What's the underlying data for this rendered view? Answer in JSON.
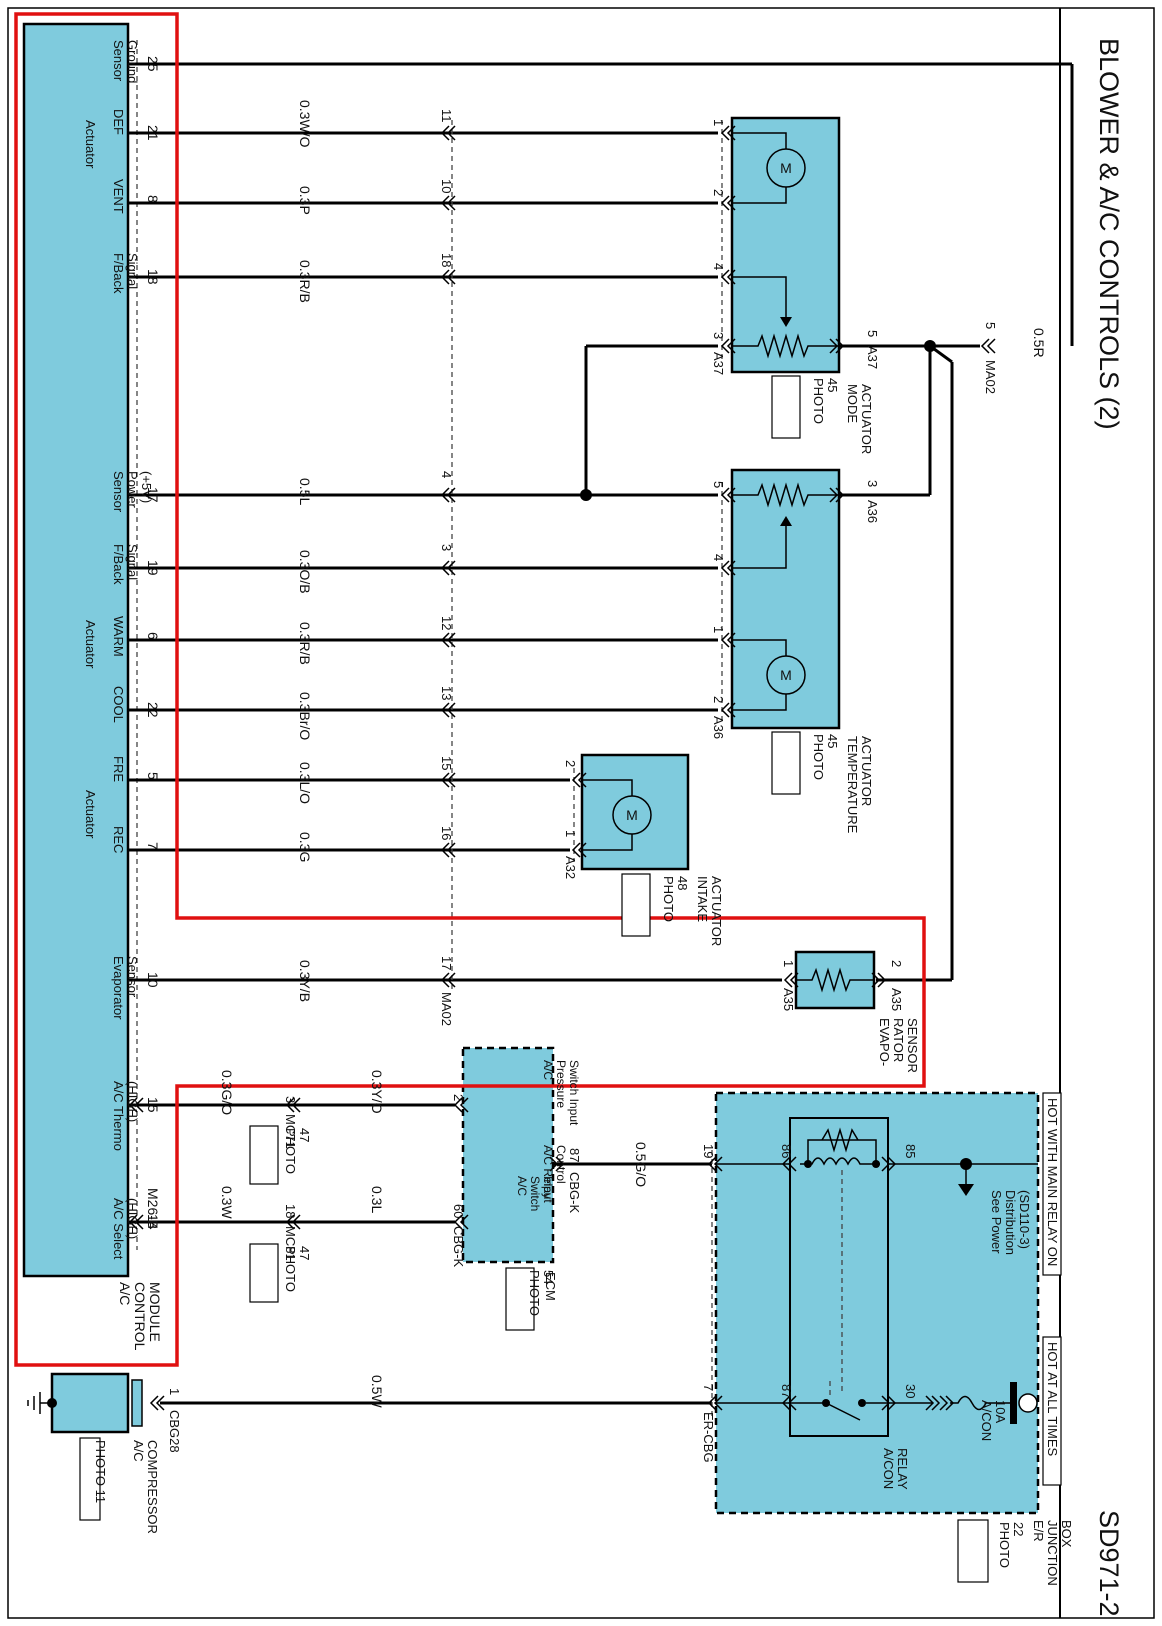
{
  "page": {
    "title": "BLOWER & A/C CONTROLS (2)",
    "code": "SD971-2",
    "hot_main_relay": "HOT WITH MAIN RELAY ON",
    "hot_all_times": "HOT AT ALL TIMES",
    "power_ref": [
      "See Power",
      "Distribution",
      "(SD110-3)"
    ]
  },
  "module": {
    "name": [
      "A/C",
      "CONTROL",
      "MODULE"
    ],
    "connector": "M26-B",
    "pins": [
      {
        "pin": "25",
        "label": [
          "Sensor",
          "Ground"
        ]
      },
      {
        "pin": "21",
        "label": [
          "DEF"
        ]
      },
      {
        "pin": "8",
        "label": [
          "VENT"
        ]
      },
      {
        "pin": "18",
        "label": [
          "F/Back",
          "Signal"
        ]
      },
      {
        "pin": "17",
        "label": [
          "Sensor",
          "Power",
          "(+5V)"
        ]
      },
      {
        "pin": "19",
        "label": [
          "F/Back",
          "Signal"
        ]
      },
      {
        "pin": "6",
        "label": [
          "WARM"
        ]
      },
      {
        "pin": "22",
        "label": [
          "COOL"
        ]
      },
      {
        "pin": "5",
        "label": [
          "FRE"
        ]
      },
      {
        "pin": "7",
        "label": [
          "REC"
        ]
      },
      {
        "pin": "10",
        "label": [
          "Evaporator",
          "Sensor"
        ]
      },
      {
        "pin": "15",
        "label": [
          "A/C Thermo",
          "(HIGH)"
        ]
      },
      {
        "pin": "14",
        "label": [
          "A/C Select",
          "(HIGH)"
        ]
      }
    ],
    "group_labels": {
      "mode": "Actuator",
      "temp": "Actuator",
      "intake": "Actuator"
    }
  },
  "wires": [
    "0.3W/O",
    "0.3P",
    "0.3R/B",
    "0.5L",
    "0.3O/B",
    "0.3R/B",
    "0.3Br/O",
    "0.3L/O",
    "0.3G",
    "0.3Y/B",
    "0.3G/O",
    "0.3Y/O",
    "0.3W",
    "0.3L",
    "0.5G/O",
    "0.5W",
    "0.5R"
  ],
  "ma02_pins": [
    "11",
    "10",
    "18",
    "4",
    "3",
    "12",
    "13",
    "15",
    "16",
    "17"
  ],
  "ma02_label": "MA02",
  "ma02_top": {
    "pin": "5",
    "label": "MA02"
  },
  "mode_actuator": {
    "name": [
      "MODE",
      "ACTUATOR"
    ],
    "photo": [
      "PHOTO",
      "45"
    ],
    "connector": "A37",
    "pins": [
      "1",
      "2",
      "4",
      "3",
      "5"
    ]
  },
  "temp_actuator": {
    "name": [
      "TEMPERATURE",
      "ACTUATOR"
    ],
    "photo": [
      "PHOTO",
      "45"
    ],
    "connector": "A36",
    "pins": [
      "5",
      "4",
      "1",
      "2",
      "3"
    ]
  },
  "intake_actuator": {
    "name": [
      "INTAKE",
      "ACTUATOR"
    ],
    "photo": [
      "PHOTO",
      "48"
    ],
    "connector": "A32",
    "pins": [
      "2",
      "1"
    ]
  },
  "evap_sensor": {
    "name": [
      "EVAPO-",
      "RATOR",
      "SENSOR"
    ],
    "connector": "A35",
    "pins": [
      "1",
      "2"
    ]
  },
  "ecm": {
    "name": "ECM",
    "photo": [
      "PHOTO",
      "54"
    ],
    "connector": "CBG-K",
    "pins": [
      "2",
      "87",
      "60"
    ],
    "labels": [
      "A/C",
      "Pressure",
      "Switch Input",
      "A/C Relay",
      "Control",
      "A/C",
      "Switch",
      "Input"
    ]
  },
  "mc71": {
    "label": "MC71",
    "pin": "3",
    "photo": [
      "PHOTO",
      "47"
    ]
  },
  "mc81": {
    "label": "MC81",
    "pin": "18",
    "photo": [
      "PHOTO",
      "47"
    ]
  },
  "junction_box": {
    "name": [
      "E/R",
      "JUNCTION",
      "BOX"
    ],
    "photo": [
      "PHOTO",
      "22"
    ],
    "pins": [
      "19",
      "86",
      "85",
      "7",
      "87",
      "30"
    ],
    "connector": "ER-CBG",
    "relay": [
      "A/CON",
      "RELAY"
    ],
    "fuse": [
      "A/CON",
      "10A"
    ]
  },
  "compressor": {
    "name": [
      "A/C",
      "COMPRESSOR"
    ],
    "photo": "PHOTO 11",
    "connector": "CBG28",
    "pin": "1"
  },
  "motor_symbol": "M"
}
